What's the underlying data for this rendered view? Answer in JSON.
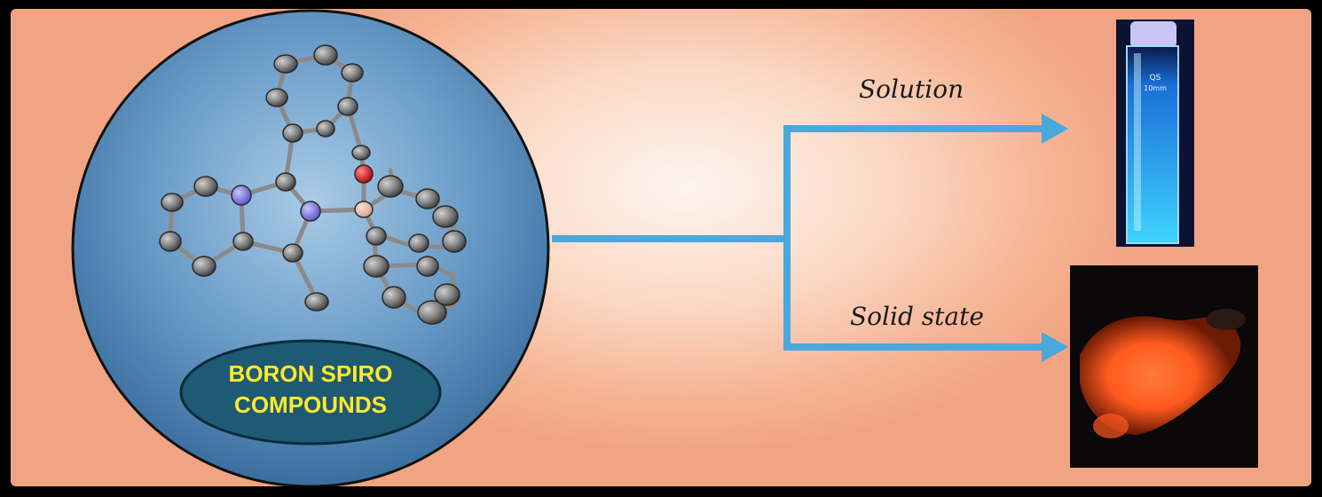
{
  "compound_label": {
    "line1": "BORON SPIRO",
    "line2": "COMPOUNDS"
  },
  "branches": {
    "upper": "Solution",
    "lower": "Solid state"
  },
  "colors": {
    "background": "#f6b596",
    "arrow": "#4aa8dd",
    "circle_fill": "#5a8fbf",
    "badge_fill": "#1f5a74",
    "badge_text": "#ffe92b",
    "solution_glow": "#3fd3ff",
    "solid_glow": "#ff5a1f"
  },
  "cuvette_label": {
    "line1": "QS",
    "line2": "10mm"
  }
}
